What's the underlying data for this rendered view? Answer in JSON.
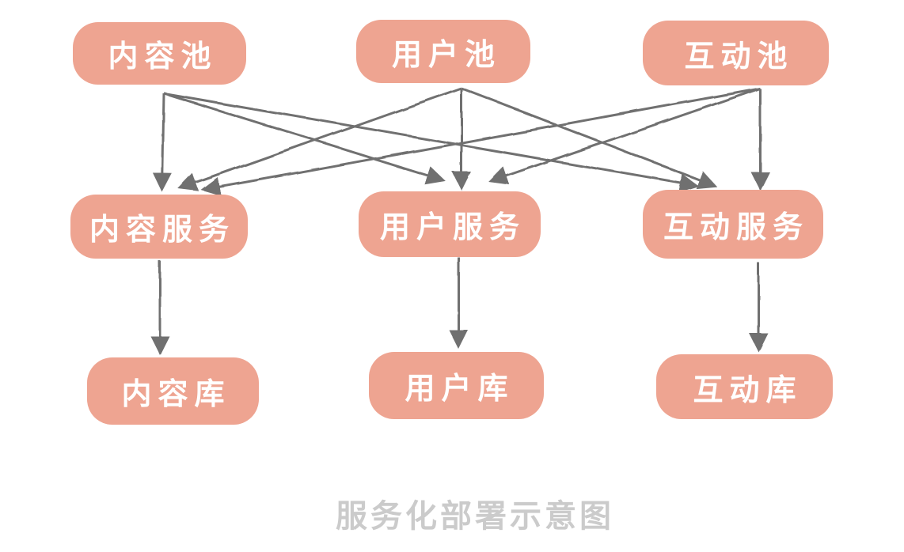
{
  "diagram": {
    "caption": "服务化部署示意图",
    "nodes": {
      "content_pool": {
        "label": "内容池"
      },
      "user_pool": {
        "label": "用户池"
      },
      "interaction_pool": {
        "label": "互动池"
      },
      "content_service": {
        "label": "内容服务"
      },
      "user_service": {
        "label": "用户服务"
      },
      "interaction_service": {
        "label": "互动服务"
      },
      "content_db": {
        "label": "内容库"
      },
      "user_db": {
        "label": "用户库"
      },
      "interaction_db": {
        "label": "互动库"
      }
    },
    "edges": [
      {
        "from": "内容池",
        "to": "内容服务"
      },
      {
        "from": "内容池",
        "to": "用户服务"
      },
      {
        "from": "内容池",
        "to": "互动服务"
      },
      {
        "from": "用户池",
        "to": "内容服务"
      },
      {
        "from": "用户池",
        "to": "用户服务"
      },
      {
        "from": "用户池",
        "to": "互动服务"
      },
      {
        "from": "互动池",
        "to": "内容服务"
      },
      {
        "from": "互动池",
        "to": "用户服务"
      },
      {
        "from": "互动池",
        "to": "互动服务"
      },
      {
        "from": "内容服务",
        "to": "内容库"
      },
      {
        "from": "用户服务",
        "to": "用户库"
      },
      {
        "from": "互动服务",
        "to": "互动库"
      }
    ],
    "colors": {
      "background": "#FFFFFF",
      "node_fill": "#EEA491",
      "node_text": "#FFFFFF",
      "arrow": "#6F6F6F",
      "caption_text": "#CBCBCB"
    }
  }
}
